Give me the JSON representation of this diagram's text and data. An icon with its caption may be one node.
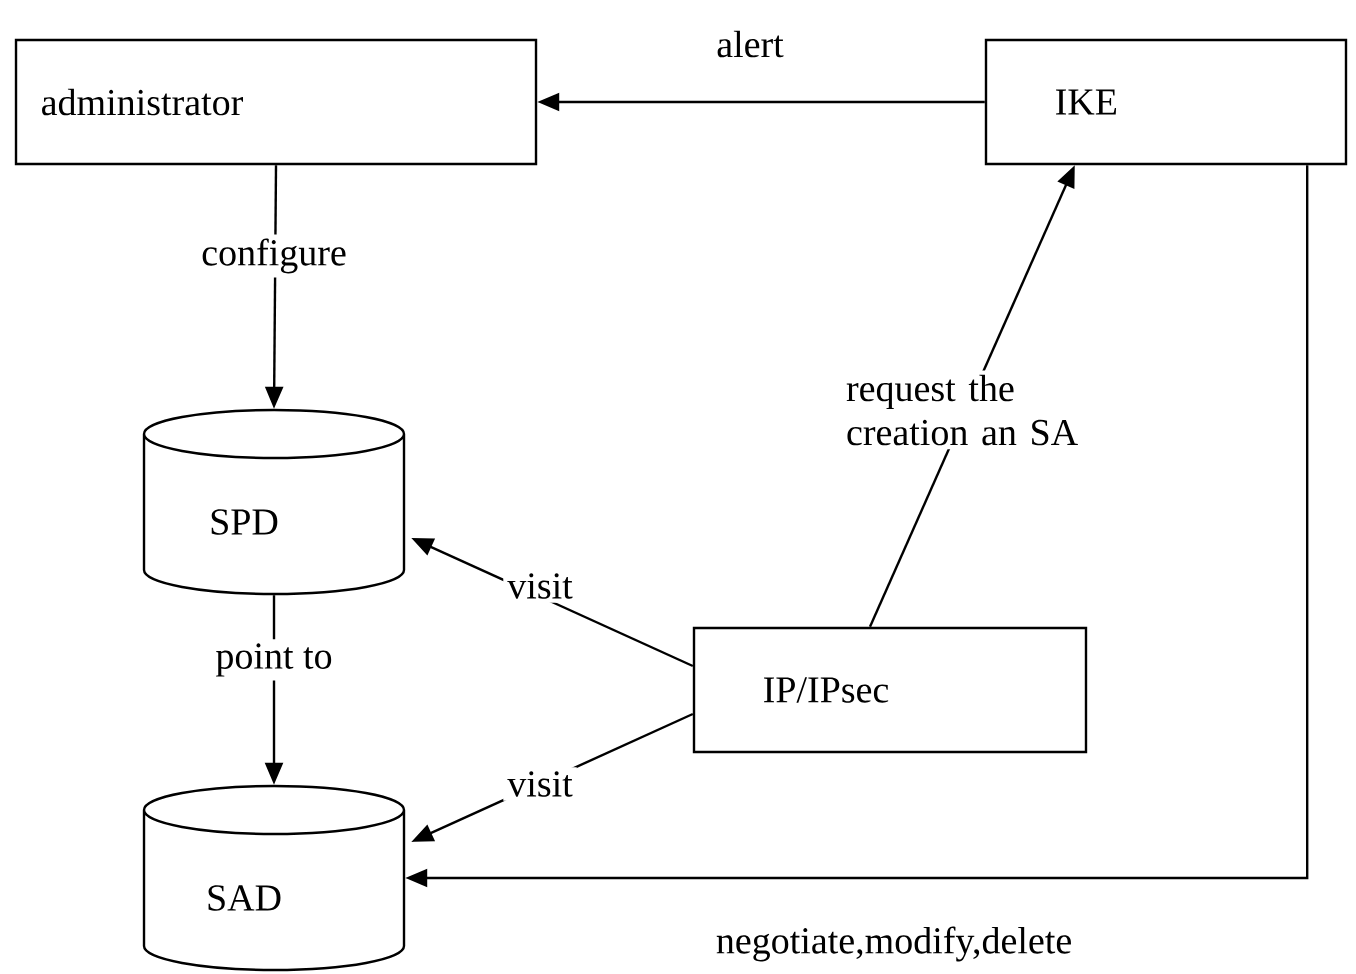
{
  "diagram": {
    "nodes": [
      {
        "text": [
          "administrator"
        ]
      },
      {
        "text": [
          "IKE"
        ]
      },
      {
        "text": [
          "SPD"
        ]
      },
      {
        "text": [
          "IP/IPsec"
        ]
      },
      {
        "text": [
          "SAD"
        ]
      }
    ],
    "edges": [
      {
        "from": 1,
        "to": 0,
        "arrow": "to",
        "label": "alert"
      },
      {
        "from": 0,
        "to": 2,
        "arrow": "to",
        "label": "configure"
      },
      {
        "from": 3,
        "to": 1,
        "arrow": "to",
        "label": "request the creation an SA"
      },
      {
        "from": 3,
        "to": 2,
        "arrow": "to",
        "label": "visit"
      },
      {
        "from": 2,
        "to": 4,
        "arrow": "to",
        "label": "point to"
      },
      {
        "from": 3,
        "to": 4,
        "arrow": "to",
        "label": "visit"
      },
      {
        "from": 1,
        "to": 4,
        "arrow": "to",
        "label": "negotiate,modify,delete"
      }
    ]
  }
}
